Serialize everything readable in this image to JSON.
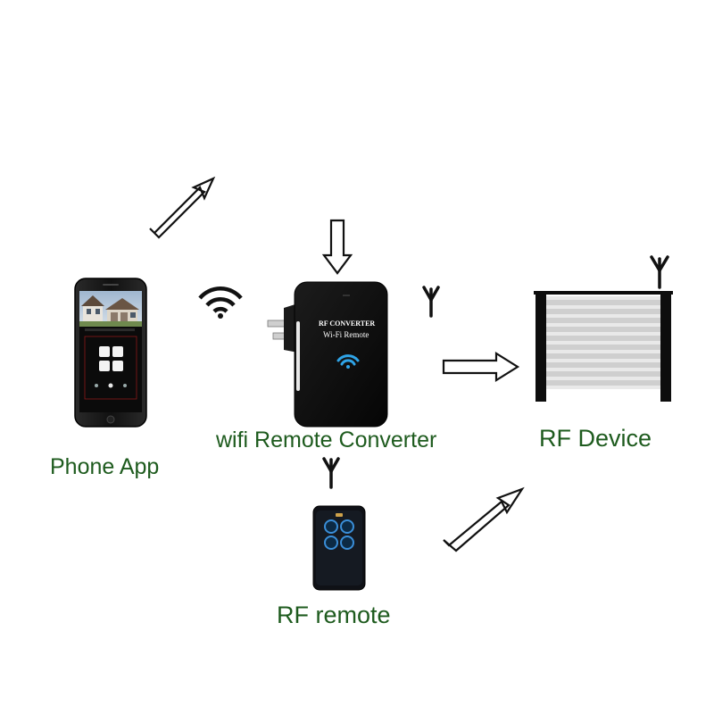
{
  "labels": {
    "phone_app": "Phone App",
    "converter": "wifi Remote Converter",
    "rf_device": "RF Device",
    "rf_remote": "RF remote"
  },
  "converter_device": {
    "line1": "RF CONVERTER",
    "line2": "Wi-Fi  Remote"
  },
  "colors": {
    "label_green": "#1e5b1e",
    "device_black": "#0d0d0d",
    "wifi_blue": "#2fa4e7",
    "door_slat": "#cfcfcf"
  },
  "icons": [
    "wifi-icon",
    "antenna-icon",
    "arrow-icon"
  ]
}
